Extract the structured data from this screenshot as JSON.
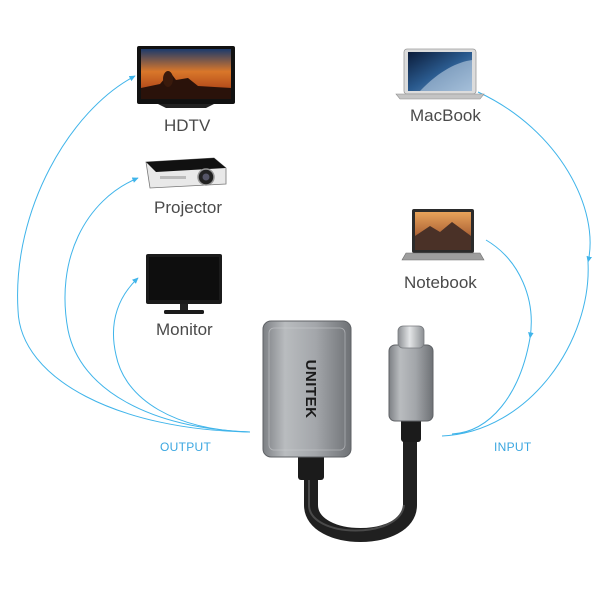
{
  "devices": {
    "hdtv": "HDTV",
    "projector": "Projector",
    "monitor": "Monitor",
    "macbook": "MacBook",
    "notebook": "Notebook"
  },
  "flows": {
    "output": "OUTPUT",
    "input": "INPUT"
  },
  "brand": "UNITEK",
  "colors": {
    "arrow": "#3fb4ea",
    "adapter_body": "#a9acb0",
    "cable": "#2a2a2a",
    "label_text": "#4a4a4a"
  }
}
